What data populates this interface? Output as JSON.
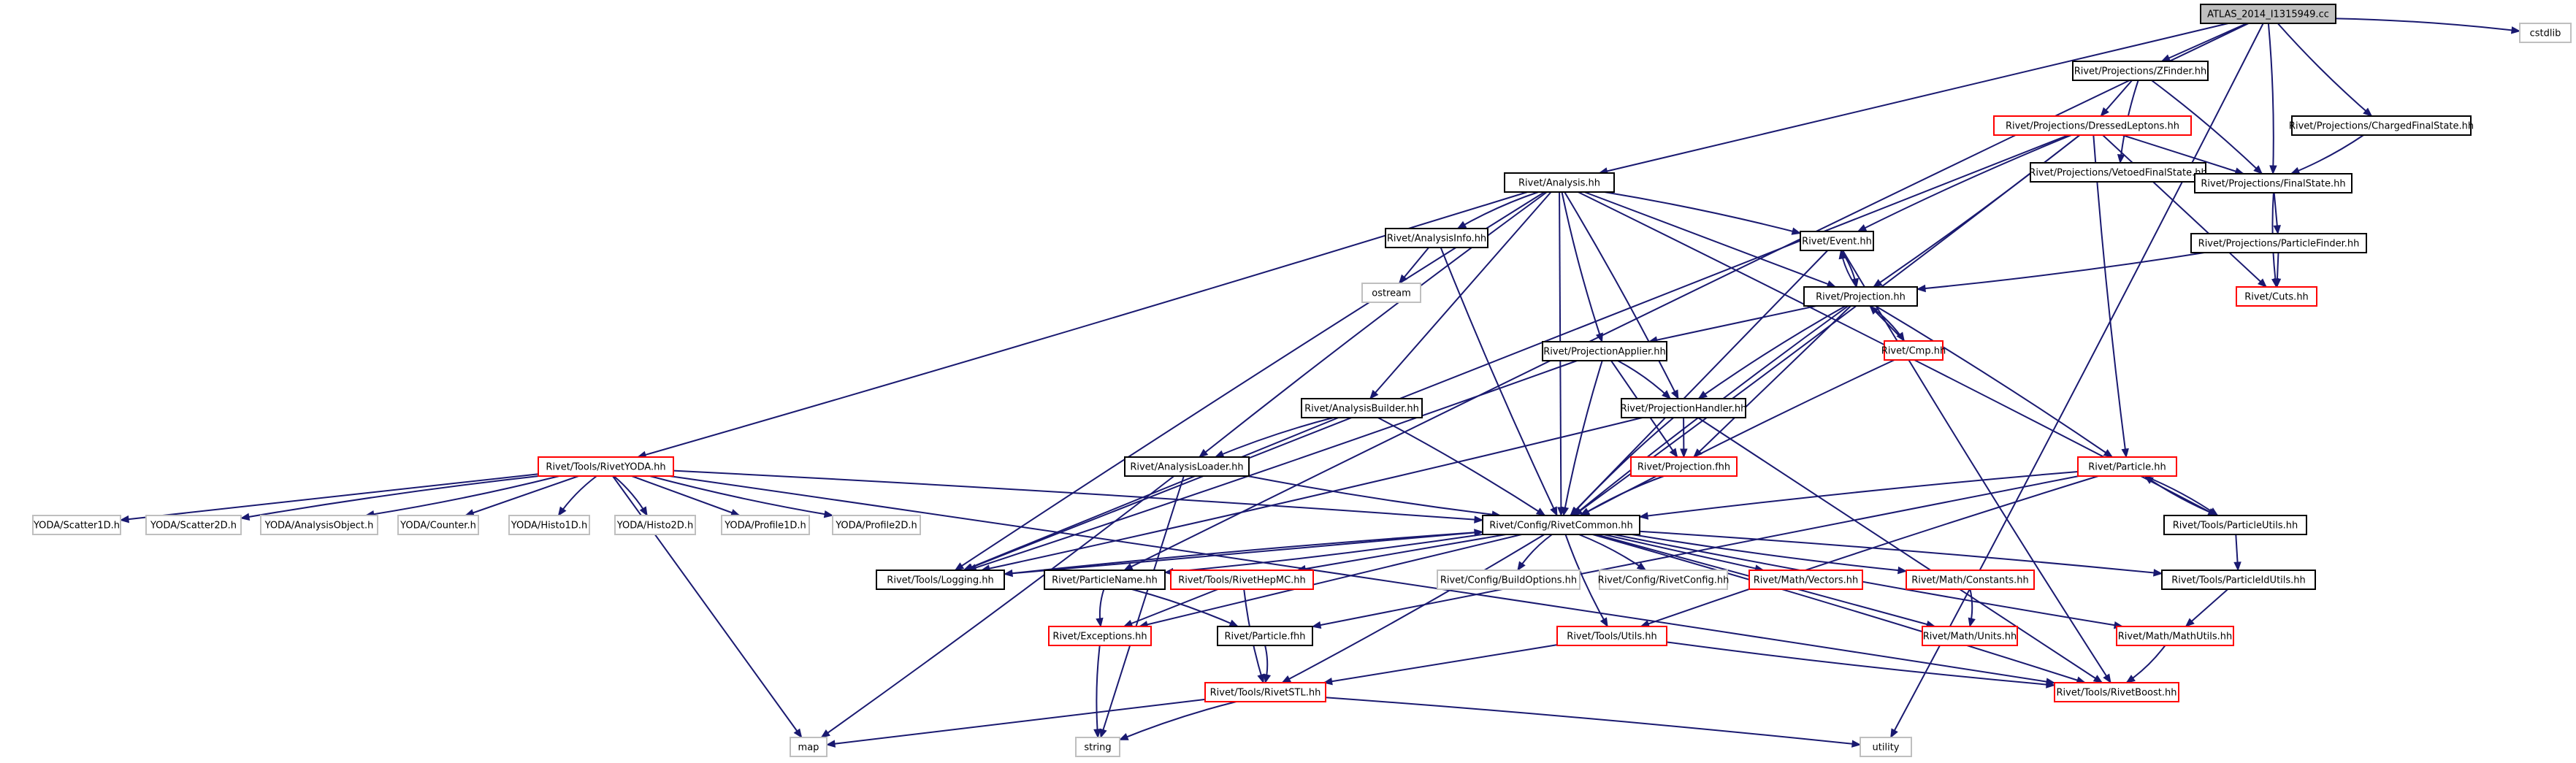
{
  "colors": {
    "edge": "#191970",
    "root_fill": "#bfbfbf",
    "root_border": "#000000",
    "documented_border": "#000000",
    "incomplete_border": "#ff0000",
    "external_border": "#bfbfbf"
  },
  "nodes": [
    {
      "id": "root",
      "label": "ATLAS_2014_I1315949.cc",
      "kind": "root"
    },
    {
      "id": "cstdlib",
      "label": "cstdlib",
      "kind": "external"
    },
    {
      "id": "zfinder",
      "label": "Rivet/Projections/ZFinder.hh",
      "kind": "documented"
    },
    {
      "id": "dressed",
      "label": "Rivet/Projections/DressedLeptons.hh",
      "kind": "incomplete"
    },
    {
      "id": "vetoed",
      "label": "Rivet/Projections/VetoedFinalState.hh",
      "kind": "documented"
    },
    {
      "id": "charged",
      "label": "Rivet/Projections/ChargedFinalState.hh",
      "kind": "documented"
    },
    {
      "id": "finalstate",
      "label": "Rivet/Projections/FinalState.hh",
      "kind": "documented"
    },
    {
      "id": "analysis",
      "label": "Rivet/Analysis.hh",
      "kind": "documented"
    },
    {
      "id": "particlefinder",
      "label": "Rivet/Projections/ParticleFinder.hh",
      "kind": "documented"
    },
    {
      "id": "analysisinfo",
      "label": "Rivet/AnalysisInfo.hh",
      "kind": "documented"
    },
    {
      "id": "event",
      "label": "Rivet/Event.hh",
      "kind": "documented"
    },
    {
      "id": "cuts",
      "label": "Rivet/Cuts.hh",
      "kind": "incomplete"
    },
    {
      "id": "ostream",
      "label": "ostream",
      "kind": "external"
    },
    {
      "id": "projection",
      "label": "Rivet/Projection.hh",
      "kind": "documented"
    },
    {
      "id": "projapplier",
      "label": "Rivet/ProjectionApplier.hh",
      "kind": "documented"
    },
    {
      "id": "cmp",
      "label": "Rivet/Cmp.hh",
      "kind": "incomplete"
    },
    {
      "id": "analysisbuilder",
      "label": "Rivet/AnalysisBuilder.hh",
      "kind": "documented"
    },
    {
      "id": "projhandler",
      "label": "Rivet/ProjectionHandler.hh",
      "kind": "documented"
    },
    {
      "id": "rivetyoda",
      "label": "Rivet/Tools/RivetYODA.hh",
      "kind": "incomplete"
    },
    {
      "id": "analysisloader",
      "label": "Rivet/AnalysisLoader.hh",
      "kind": "documented"
    },
    {
      "id": "projfhh",
      "label": "Rivet/Projection.fhh",
      "kind": "incomplete"
    },
    {
      "id": "particle",
      "label": "Rivet/Particle.hh",
      "kind": "incomplete"
    },
    {
      "id": "scatter1d",
      "label": "YODA/Scatter1D.h",
      "kind": "external"
    },
    {
      "id": "scatter2d",
      "label": "YODA/Scatter2D.h",
      "kind": "external"
    },
    {
      "id": "analysisobject",
      "label": "YODA/AnalysisObject.h",
      "kind": "external"
    },
    {
      "id": "counter",
      "label": "YODA/Counter.h",
      "kind": "external"
    },
    {
      "id": "histo1d",
      "label": "YODA/Histo1D.h",
      "kind": "external"
    },
    {
      "id": "histo2d",
      "label": "YODA/Histo2D.h",
      "kind": "external"
    },
    {
      "id": "profile1d",
      "label": "YODA/Profile1D.h",
      "kind": "external"
    },
    {
      "id": "profile2d",
      "label": "YODA/Profile2D.h",
      "kind": "external"
    },
    {
      "id": "rivetcommon",
      "label": "Rivet/Config/RivetCommon.hh",
      "kind": "documented"
    },
    {
      "id": "particleutils",
      "label": "Rivet/Tools/ParticleUtils.hh",
      "kind": "documented"
    },
    {
      "id": "logging",
      "label": "Rivet/Tools/Logging.hh",
      "kind": "documented"
    },
    {
      "id": "particlename",
      "label": "Rivet/ParticleName.hh",
      "kind": "documented"
    },
    {
      "id": "rivethepmc",
      "label": "Rivet/Tools/RivetHepMC.hh",
      "kind": "incomplete"
    },
    {
      "id": "buildoptions",
      "label": "Rivet/Config/BuildOptions.hh",
      "kind": "external"
    },
    {
      "id": "rivetconfig",
      "label": "Rivet/Config/RivetConfig.hh",
      "kind": "external"
    },
    {
      "id": "vectors",
      "label": "Rivet/Math/Vectors.hh",
      "kind": "incomplete"
    },
    {
      "id": "constants",
      "label": "Rivet/Math/Constants.hh",
      "kind": "incomplete"
    },
    {
      "id": "particleidutils",
      "label": "Rivet/Tools/ParticleIdUtils.hh",
      "kind": "documented"
    },
    {
      "id": "exceptions",
      "label": "Rivet/Exceptions.hh",
      "kind": "incomplete"
    },
    {
      "id": "particlefhh",
      "label": "Rivet/Particle.fhh",
      "kind": "documented"
    },
    {
      "id": "utils",
      "label": "Rivet/Tools/Utils.hh",
      "kind": "incomplete"
    },
    {
      "id": "units",
      "label": "Rivet/Math/Units.hh",
      "kind": "incomplete"
    },
    {
      "id": "mathutils",
      "label": "Rivet/Math/MathUtils.hh",
      "kind": "incomplete"
    },
    {
      "id": "rivetstl",
      "label": "Rivet/Tools/RivetSTL.hh",
      "kind": "incomplete"
    },
    {
      "id": "rivetboost",
      "label": "Rivet/Tools/RivetBoost.hh",
      "kind": "incomplete"
    },
    {
      "id": "map",
      "label": "map",
      "kind": "external"
    },
    {
      "id": "string",
      "label": "string",
      "kind": "external"
    },
    {
      "id": "utility",
      "label": "utility",
      "kind": "external"
    }
  ],
  "edges": [
    [
      "root",
      "cstdlib"
    ],
    [
      "root",
      "zfinder"
    ],
    [
      "root",
      "charged"
    ],
    [
      "root",
      "finalstate"
    ],
    [
      "root",
      "analysis"
    ],
    [
      "root",
      "particlename"
    ],
    [
      "root",
      "utility"
    ],
    [
      "zfinder",
      "dressed"
    ],
    [
      "zfinder",
      "vetoed"
    ],
    [
      "zfinder",
      "finalstate"
    ],
    [
      "dressed",
      "finalstate"
    ],
    [
      "dressed",
      "event"
    ],
    [
      "dressed",
      "projection"
    ],
    [
      "dressed",
      "cuts"
    ],
    [
      "dressed",
      "particle"
    ],
    [
      "dressed",
      "rivetcommon"
    ],
    [
      "dressed",
      "logging"
    ],
    [
      "vetoed",
      "finalstate"
    ],
    [
      "charged",
      "finalstate"
    ],
    [
      "finalstate",
      "particlefinder"
    ],
    [
      "finalstate",
      "cuts"
    ],
    [
      "particlefinder",
      "projection"
    ],
    [
      "particlefinder",
      "cuts"
    ],
    [
      "analysis",
      "analysisinfo"
    ],
    [
      "analysis",
      "event"
    ],
    [
      "analysis",
      "projection"
    ],
    [
      "analysis",
      "projapplier"
    ],
    [
      "analysis",
      "projhandler"
    ],
    [
      "analysis",
      "analysisbuilder"
    ],
    [
      "analysis",
      "analysisloader"
    ],
    [
      "analysis",
      "rivetyoda"
    ],
    [
      "analysis",
      "rivetcommon"
    ],
    [
      "analysis",
      "logging"
    ],
    [
      "analysis",
      "particleutils"
    ],
    [
      "analysisinfo",
      "ostream"
    ],
    [
      "analysisinfo",
      "rivetcommon"
    ],
    [
      "event",
      "projection"
    ],
    [
      "event",
      "rivetcommon"
    ],
    [
      "event",
      "rivetboost"
    ],
    [
      "projection",
      "event"
    ],
    [
      "projection",
      "projapplier"
    ],
    [
      "projection",
      "projhandler"
    ],
    [
      "projection",
      "cmp"
    ],
    [
      "projection",
      "projfhh"
    ],
    [
      "projection",
      "rivetcommon"
    ],
    [
      "projection",
      "particle"
    ],
    [
      "cmp",
      "projection"
    ],
    [
      "cmp",
      "rivetcommon"
    ],
    [
      "projapplier",
      "projhandler"
    ],
    [
      "projapplier",
      "projfhh"
    ],
    [
      "projapplier",
      "rivetcommon"
    ],
    [
      "projapplier",
      "logging"
    ],
    [
      "projhandler",
      "projfhh"
    ],
    [
      "projhandler",
      "rivetcommon"
    ],
    [
      "projhandler",
      "logging"
    ],
    [
      "projhandler",
      "rivetboost"
    ],
    [
      "analysisbuilder",
      "analysisloader"
    ],
    [
      "analysisbuilder",
      "rivetcommon"
    ],
    [
      "analysisbuilder",
      "logging"
    ],
    [
      "analysisloader",
      "rivetcommon"
    ],
    [
      "analysisloader",
      "map"
    ],
    [
      "analysisloader",
      "string"
    ],
    [
      "projfhh",
      "rivetcommon"
    ],
    [
      "rivetyoda",
      "rivetcommon"
    ],
    [
      "rivetyoda",
      "scatter1d"
    ],
    [
      "rivetyoda",
      "scatter2d"
    ],
    [
      "rivetyoda",
      "analysisobject"
    ],
    [
      "rivetyoda",
      "counter"
    ],
    [
      "rivetyoda",
      "histo1d"
    ],
    [
      "rivetyoda",
      "histo2d"
    ],
    [
      "rivetyoda",
      "profile1d"
    ],
    [
      "rivetyoda",
      "profile2d"
    ],
    [
      "rivetyoda",
      "rivetboost"
    ],
    [
      "rivetyoda",
      "map"
    ],
    [
      "particle",
      "rivetcommon"
    ],
    [
      "particle",
      "particleutils"
    ],
    [
      "particle",
      "particlefhh"
    ],
    [
      "particle",
      "utils"
    ],
    [
      "particleutils",
      "particle"
    ],
    [
      "particleutils",
      "particleidutils"
    ],
    [
      "rivetcommon",
      "logging"
    ],
    [
      "rivetcommon",
      "particlename"
    ],
    [
      "rivetcommon",
      "rivethepmc"
    ],
    [
      "rivetcommon",
      "buildoptions"
    ],
    [
      "rivetcommon",
      "rivetconfig"
    ],
    [
      "rivetcommon",
      "vectors"
    ],
    [
      "rivetcommon",
      "constants"
    ],
    [
      "rivetcommon",
      "particleidutils"
    ],
    [
      "rivetcommon",
      "exceptions"
    ],
    [
      "rivetcommon",
      "utils"
    ],
    [
      "rivetcommon",
      "rivetstl"
    ],
    [
      "rivetcommon",
      "units"
    ],
    [
      "rivetcommon",
      "mathutils"
    ],
    [
      "rivetcommon",
      "rivetboost"
    ],
    [
      "logging",
      "rivetcommon"
    ],
    [
      "particlename",
      "exceptions"
    ],
    [
      "particlename",
      "particlefhh"
    ],
    [
      "rivethepmc",
      "exceptions"
    ],
    [
      "rivethepmc",
      "rivetstl"
    ],
    [
      "constants",
      "units"
    ],
    [
      "particleidutils",
      "mathutils"
    ],
    [
      "exceptions",
      "string"
    ],
    [
      "particlefhh",
      "rivetstl"
    ],
    [
      "utils",
      "rivetstl"
    ],
    [
      "utils",
      "rivetboost"
    ],
    [
      "mathutils",
      "rivetboost"
    ],
    [
      "rivetstl",
      "map"
    ],
    [
      "rivetstl",
      "string"
    ],
    [
      "rivetstl",
      "utility"
    ]
  ]
}
